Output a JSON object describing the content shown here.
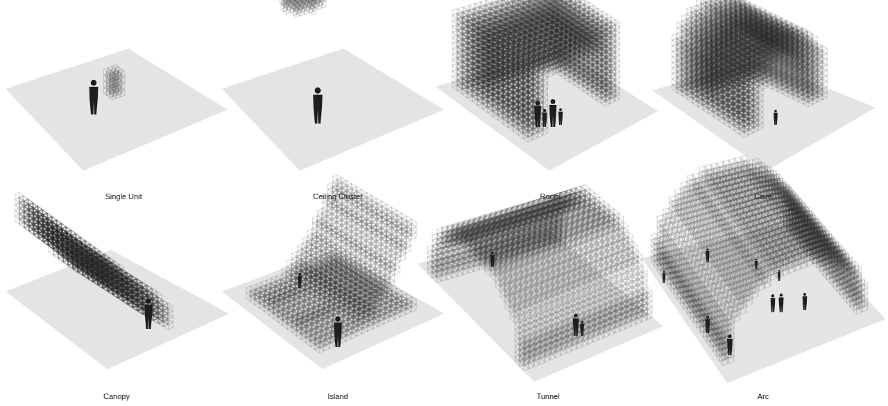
{
  "diagram": {
    "labels": [
      "Single Unit",
      "Ceiling Cluster",
      "Room",
      "Cave",
      "Canopy",
      "Island",
      "Tunnel",
      "Arc"
    ]
  }
}
